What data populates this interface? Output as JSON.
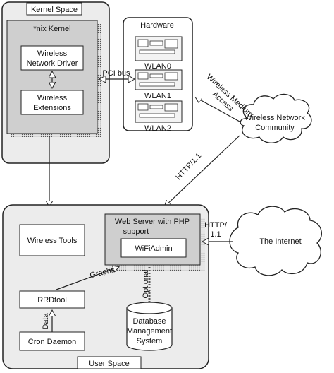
{
  "kernel_space": {
    "title": "Kernel Space"
  },
  "nix_kernel": {
    "title": "*nix Kernel"
  },
  "wireless_driver": {
    "line1": "Wireless",
    "line2": "Network Driver"
  },
  "wireless_extensions": {
    "line1": "Wireless",
    "line2": "Extensions"
  },
  "hardware": {
    "title": "Hardware",
    "cards": [
      "WLAN0",
      "WLAN1",
      "WLAN2"
    ]
  },
  "links": {
    "pci_bus": "PCI bus",
    "wireless_medium_1": "Wireless Medium",
    "wireless_medium_2": "Access",
    "http_community": "HTTP/1.1",
    "http_internet_1": "HTTP/",
    "http_internet_2": "1.1",
    "graphs": "Graphs",
    "data": "Data",
    "optional": "Optional"
  },
  "community_cloud": {
    "line1": "Wireless Network",
    "line2": "Community"
  },
  "internet_cloud": {
    "label": "The Internet"
  },
  "user_space": {
    "title": "User Space"
  },
  "wireless_tools": {
    "label": "Wireless Tools"
  },
  "web_server": {
    "line1": "Web Server with PHP",
    "line2": "support"
  },
  "wifiadmin": {
    "label": "WiFiAdmin"
  },
  "rrdtool": {
    "label": "RRDtool"
  },
  "cron_daemon": {
    "label": "Cron Daemon"
  },
  "database": {
    "line1": "Database",
    "line2": "Management",
    "line3": "System"
  },
  "colors": {
    "panel": "#ececec",
    "kernel_fill": "#cfcfcf",
    "shadow": "#333333",
    "stroke": "#222222"
  }
}
